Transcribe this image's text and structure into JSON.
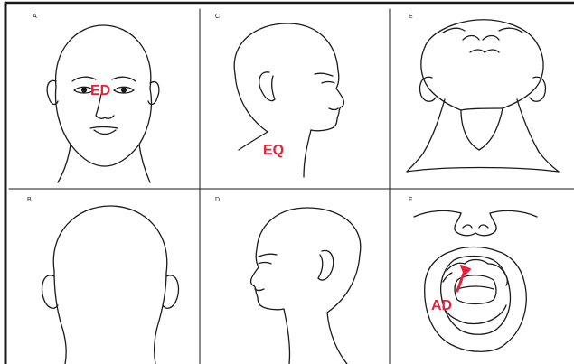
{
  "panels": [
    {
      "letter": "A"
    },
    {
      "letter": "C"
    },
    {
      "letter": "E"
    },
    {
      "letter": "B"
    },
    {
      "letter": "D"
    },
    {
      "letter": "F"
    }
  ],
  "markers": {
    "ed": "ED",
    "eq": "EQ",
    "ad": "AD"
  },
  "colors": {
    "marker": "#e8203a",
    "line": "#1a1a1a",
    "border": "#111111"
  }
}
